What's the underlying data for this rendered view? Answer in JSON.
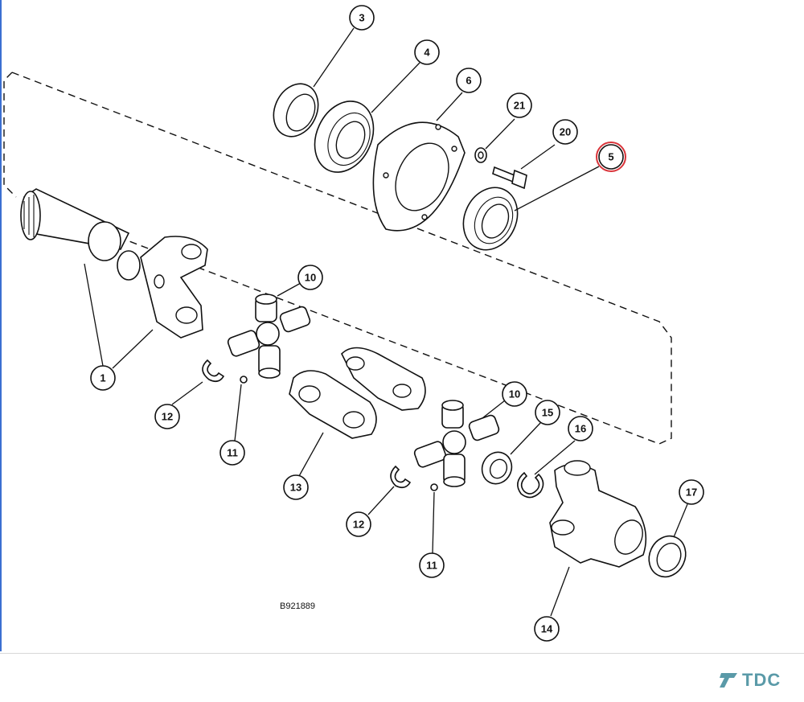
{
  "drawing_number": "B921889",
  "brand": {
    "name": "TDC",
    "color": "#5a9aa8",
    "icon": "tdc-logo-icon"
  },
  "highlight_color": "#d9343a",
  "accent_edge_color": "#3b6fd1",
  "callouts": {
    "c1": "1",
    "c3": "3",
    "c4": "4",
    "c5": "5",
    "c6": "6",
    "c10a": "10",
    "c10b": "10",
    "c11a": "11",
    "c11b": "11",
    "c12a": "12",
    "c12b": "12",
    "c13": "13",
    "c14": "14",
    "c15": "15",
    "c16": "16",
    "c17": "17",
    "c20": "20",
    "c21": "21"
  },
  "highlighted_callout": "5"
}
